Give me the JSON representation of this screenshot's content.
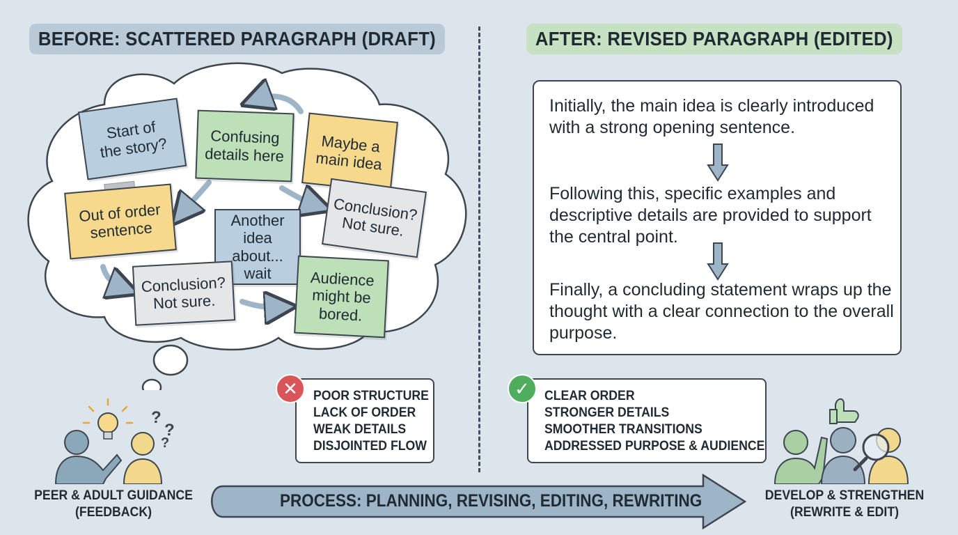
{
  "before_heading": "BEFORE: SCATTERED PARAGRAPH (DRAFT)",
  "after_heading": "AFTER: REVISED PARAGRAPH (EDITED)",
  "draft_notes": {
    "start": [
      "Start of",
      "the story?"
    ],
    "confusing": [
      "Confusing",
      "details here"
    ],
    "main_idea": [
      "Maybe a",
      "main idea"
    ],
    "out_of_order": [
      "Out of order",
      "sentence"
    ],
    "another_idea": [
      "Another",
      "idea about...",
      "wait"
    ],
    "conclusion_right": [
      "Conclusion?",
      "Not sure."
    ],
    "conclusion_left": [
      "Conclusion?",
      "Not sure."
    ],
    "audience": [
      "Audience",
      "might be",
      "bored."
    ]
  },
  "revised_paragraph": {
    "step1": "Initially, the main idea is clearly introduced with a strong opening sentence.",
    "step2": "Following this, specific examples and descriptive details are provided to support the central point.",
    "step3": "Finally, a concluding statement wraps up the thought with a clear connection to the overall purpose."
  },
  "problems": [
    "POOR STRUCTURE",
    "LACK OF ORDER",
    "WEAK DETAILS",
    "DISJOINTED FLOW"
  ],
  "improvements": [
    "CLEAR ORDER",
    "STRONGER DETAILS",
    "SMOOTHER TRANSITIONS",
    "ADDRESSED PURPOSE & AUDIENCE"
  ],
  "left_caption": [
    "PEER & ADULT GUIDANCE",
    "(FEEDBACK)"
  ],
  "right_caption": [
    "DEVELOP & STRENGTHEN",
    "(REWRITE & EDIT)"
  ],
  "process_label": "PROCESS: PLANNING, REVISING, EDITING, REWRITING",
  "colors": {
    "before_heading_bg": "#b9c9d6",
    "after_heading_bg": "#c6e2c2",
    "error_red": "#d9555a",
    "success_green": "#4fae5d",
    "arrow_blue": "#9db5c7"
  },
  "icons": {
    "problem_badge": "x-icon",
    "improvement_badge": "check-icon",
    "idea": "lightbulb-icon",
    "confusion": "question-marks-icon",
    "approval": "thumbs-up-icon",
    "review": "magnifying-glass-icon"
  }
}
